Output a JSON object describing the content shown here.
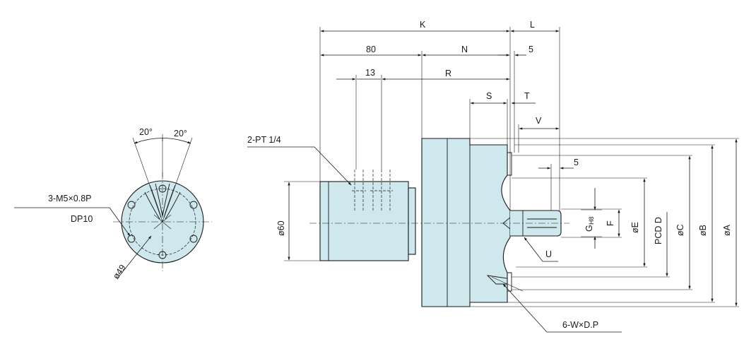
{
  "side_view": {
    "angle_left": "20°",
    "angle_right": "20°",
    "thread": "3-M5×0.8P",
    "depth": "DP10",
    "pcd_dia": "ø49"
  },
  "main_view": {
    "dim_K": "K",
    "dim_L": "L",
    "dim_80": "80",
    "dim_N": "N",
    "dim_5_top": "5",
    "dim_13": "13",
    "dim_R": "R",
    "dim_S": "S",
    "dim_T": "T",
    "dim_V": "V",
    "dim_5_mid": "5",
    "port": "2-PT 1/4",
    "dia_60": "ø60",
    "dim_G": "G",
    "dim_G_sub": "H8",
    "dim_F": "F",
    "dim_E": "øE",
    "dim_PCD": "PCD  D",
    "dim_C": "øC",
    "dim_B": "øB",
    "dim_A": "øA",
    "dim_U": "U",
    "holes": "6-W×D.P"
  }
}
